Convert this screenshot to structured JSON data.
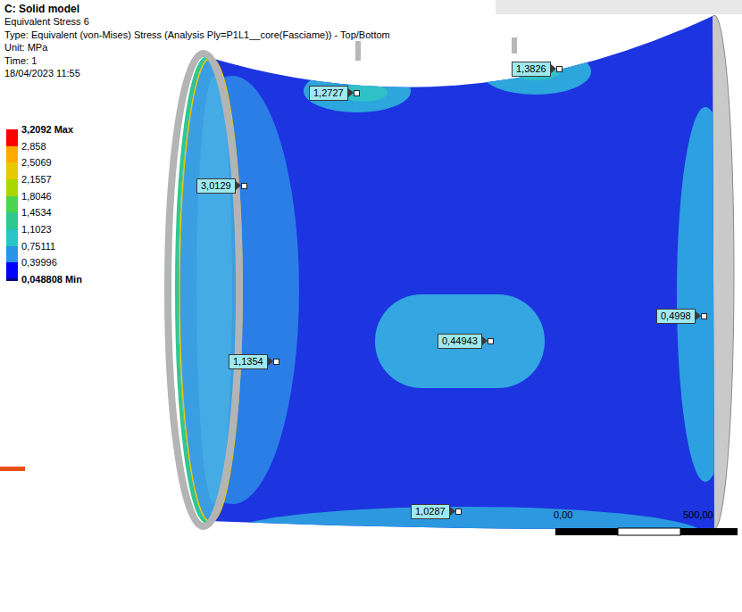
{
  "diagram": {
    "title": "C: Solid model",
    "nodes": [
      {
        "text": [
          "1,2727"
        ]
      },
      {
        "text": [
          "1,3826"
        ]
      },
      {
        "text": [
          "3,0129"
        ]
      },
      {
        "text": [
          "0,44943"
        ]
      },
      {
        "text": [
          "0,4998"
        ]
      },
      {
        "text": [
          "1,1354"
        ]
      },
      {
        "text": [
          "1,0287"
        ]
      }
    ],
    "labels": [
      "Equivalent Stress 6",
      "Type: Equivalent (von-Mises) Stress (Analysis Ply=P1L1__core(Fasciame)) - Top/Bottom",
      "Unit: MPa",
      "Time: 1",
      "18/04/2023 11:55",
      "0,00",
      "500,00"
    ],
    "legend": [
      {
        "text": "3,2092 Max",
        "color": "#ff0000"
      },
      {
        "text": "2,858",
        "color": "#ffaa00"
      },
      {
        "text": "2,5069",
        "color": "#e8c800"
      },
      {
        "text": "2,1557",
        "color": "#a8d800"
      },
      {
        "text": "1,8046",
        "color": "#4cd44c"
      },
      {
        "text": "1,4534",
        "color": "#2ec890"
      },
      {
        "text": "1,1023",
        "color": "#28c4c8"
      },
      {
        "text": "0,75111",
        "color": "#2894e6"
      },
      {
        "text": "0,39996",
        "color": "#0000ff"
      },
      {
        "text": "0,048808 Min",
        "color": "#000080"
      }
    ]
  }
}
